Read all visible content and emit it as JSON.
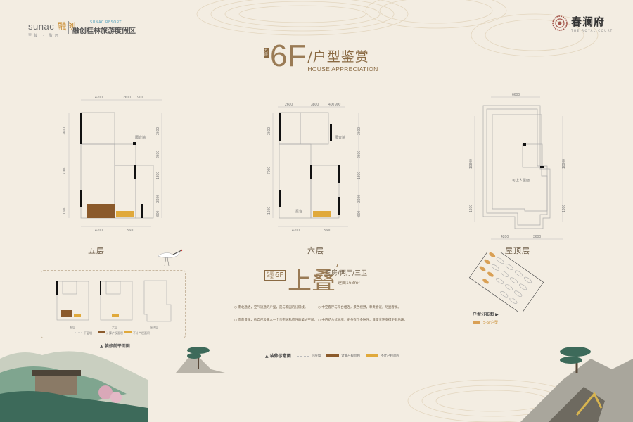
{
  "header": {
    "brand_en": "sunac",
    "brand_cn": "融创",
    "brand_tagline": "至臻 · 致远",
    "resort_en": "SUNAC RESORT",
    "resort_cn": "融创桂林旅游度假区",
    "project_cn": "春澜府",
    "project_en": "THE ROYAL COURT"
  },
  "title": {
    "badge": "九层",
    "floor": "6F",
    "cn": "/户型鉴赏",
    "en": "HOUSE APPRECIATION"
  },
  "plans": {
    "fifth": {
      "label": "五层",
      "top_dims": [
        "4200",
        "2600",
        "900"
      ],
      "bottom_dims": [
        "4200",
        "3500"
      ],
      "left_dims": [
        "3600",
        "7000",
        "1600"
      ],
      "right_dims": [
        "3600",
        "2600",
        "1800",
        "3600",
        "600"
      ],
      "room_note": "隔音墙"
    },
    "sixth": {
      "label": "六层",
      "top_dims": [
        "2600",
        "3800",
        "400",
        "900"
      ],
      "bottom_dims": [
        "4200",
        "3500"
      ],
      "left_dims": [
        "3600",
        "7000",
        "1600"
      ],
      "right_dims": [
        "3600",
        "2600",
        "1800",
        "3600",
        "600"
      ],
      "room_note": "隔音墙",
      "room_label": "露台"
    },
    "roof": {
      "label": "屋顶层",
      "top_dims": [
        "6600"
      ],
      "bottom_dims": [
        "4200",
        "3600"
      ],
      "left_dims": [
        "10800",
        "1600"
      ],
      "right_dims": [
        "10800",
        "1600"
      ],
      "room_label": "可上人屋面"
    }
  },
  "before_panel": {
    "labels": [
      "五层",
      "六层",
      "屋顶层"
    ],
    "legend": [
      "下层墙",
      "计算产权面积",
      "不计产权面积"
    ],
    "caption": "装修前平面图"
  },
  "unit": {
    "badge_small": "九层户型",
    "badge_floor": "6F",
    "name": "上叠",
    "rooms": "三房/两厅/三卫",
    "area": "建面163m²",
    "bullets": [
      "南北通透，空气流通的户型，是与家园的分隔线。",
      "中空客厅与阳台相连，景色视野，尊贵会谈，尽显奢享。",
      "面向景观，给自己及家人一个亲密居私密性的美好空间。",
      "中西结合式厨房，更多有了多种性，日常烹饪变得更有乐趣。"
    ]
  },
  "legend": {
    "title": "装修示意图",
    "items": [
      {
        "label": "下层墙",
        "color": "#d8cbb6"
      },
      {
        "label": "计算产权面积",
        "color": "#8b5a2b"
      },
      {
        "label": "不计产权面积",
        "color": "#e0a93b"
      }
    ]
  },
  "distribution": {
    "title": "户型分布图",
    "key": "5-6F户型",
    "color": "#d9a055"
  },
  "colors": {
    "background": "#f3ede2",
    "accent": "#9a7b55",
    "brown_fill": "#8b5a2b",
    "yellow_fill": "#e0a93b"
  }
}
